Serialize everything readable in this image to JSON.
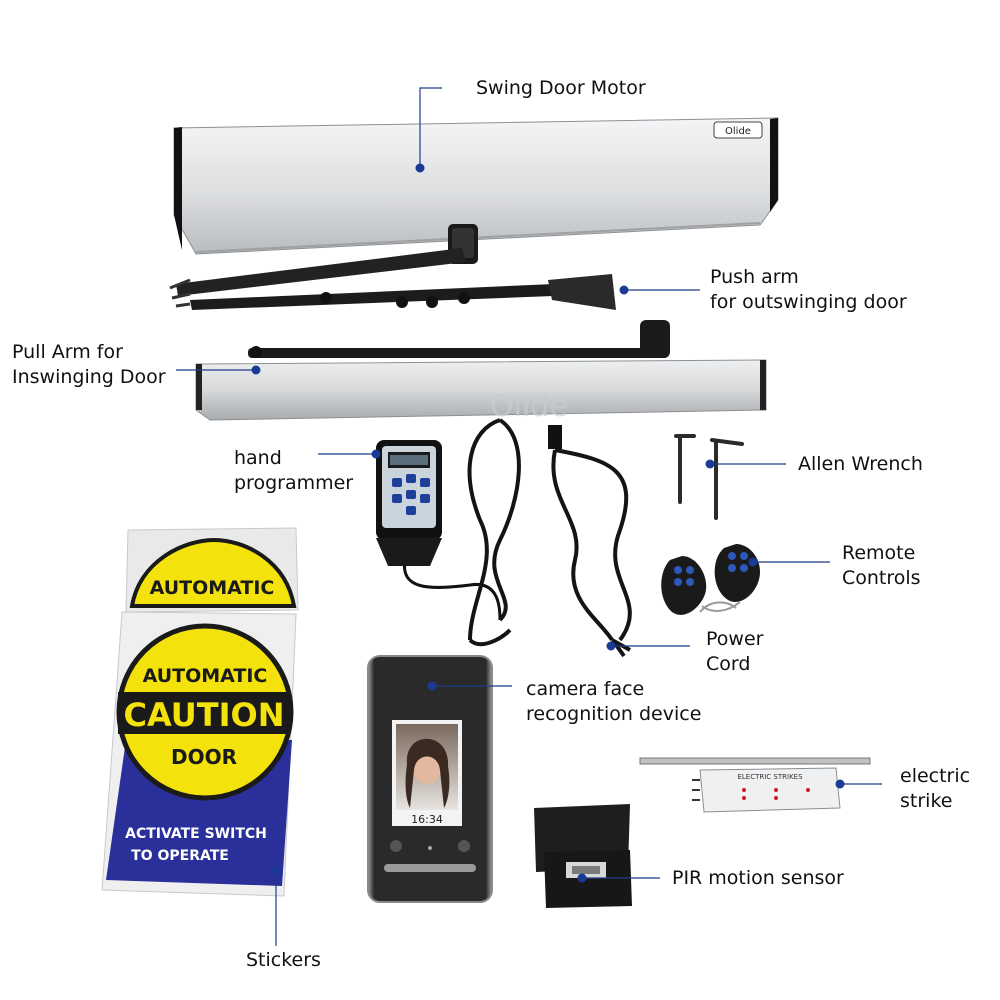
{
  "labels": {
    "swing_door_motor": "Swing  Door  Motor",
    "push_arm_1": "Push arm",
    "push_arm_2": "for outswinging door",
    "pull_arm_1": "Pull Arm for",
    "pull_arm_2": "Inswinging Door",
    "hand_programmer_1": "hand",
    "hand_programmer_2": "programmer",
    "allen_wrench": "Allen  Wrench",
    "remote_controls_1": "Remote",
    "remote_controls_2": "Controls",
    "power_cord_1": "Power",
    "power_cord_2": "Cord",
    "camera_1": "camera face",
    "camera_2": "recognition device",
    "electric_strike_1": "electric",
    "electric_strike_2": "strike",
    "pir_sensor": "PIR motion sensor",
    "stickers": "Stickers"
  },
  "product_text": {
    "motor_logo": "Olide",
    "watermark": "Olide",
    "sticker_top": "AUTOMATIC",
    "sticker_automatic": "AUTOMATIC",
    "sticker_caution": "CAUTION",
    "sticker_door": "DOOR",
    "sticker_activate": "ACTIVATE SWITCH",
    "sticker_operate": "TO OPERATE",
    "camera_time": "16:34",
    "strike_title": "ELECTRIC STRIKES"
  },
  "colors": {
    "callout_line": "#1f3d8a",
    "callout_dot": "#1b3a96",
    "sticker_yellow": "#f4e20c",
    "sticker_blue": "#2a2f9a",
    "aluminum": "#dfe1e3"
  }
}
